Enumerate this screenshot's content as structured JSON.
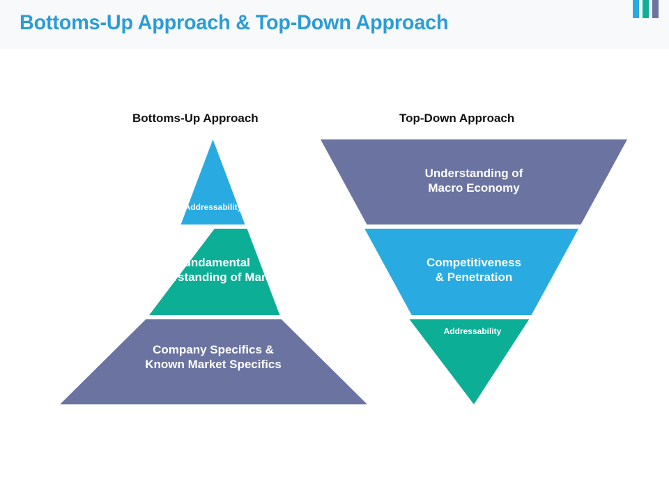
{
  "slide": {
    "title": "Bottoms-Up Approach & Top-Down Approach",
    "title_color": "#2B9CD8",
    "header_background": "#f8f9fa",
    "background": "#ffffff"
  },
  "decorative_bars": [
    {
      "name": "bar-blue",
      "color": "#29ABE2"
    },
    {
      "name": "bar-teal",
      "color": "#0DAE96"
    },
    {
      "name": "bar-slate",
      "color": "#6B74A0"
    }
  ],
  "columns": [
    {
      "id": "bottoms-up",
      "heading": "Bottoms-Up Approach"
    },
    {
      "id": "top-down",
      "heading": "Top-Down Approach"
    }
  ],
  "pyramid": {
    "shape": "triangle-up",
    "levels": [
      {
        "label": "Addressability",
        "color": "#29ABE2",
        "size": "small"
      },
      {
        "label": "Fundamental\nUnderstanding of Market",
        "color": "#0DAE96",
        "size": "big"
      },
      {
        "label": "Company Specifics &\nKnown Market Specifics",
        "color": "#6B74A0",
        "size": "big"
      }
    ]
  },
  "funnel": {
    "shape": "triangle-down",
    "levels": [
      {
        "label": "Understanding of\nMacro Economy",
        "color": "#6B74A0",
        "size": "big"
      },
      {
        "label": "Competitiveness\n& Penetration",
        "color": "#29ABE2",
        "size": "big"
      },
      {
        "label": "Addressability",
        "color": "#0DAE96",
        "size": "small"
      }
    ]
  },
  "colors": {
    "blue": "#29ABE2",
    "teal": "#0DAE96",
    "slate": "#6B74A0",
    "title_blue": "#2B9CD8",
    "heading_text": "#111111",
    "label_text": "#ffffff"
  }
}
